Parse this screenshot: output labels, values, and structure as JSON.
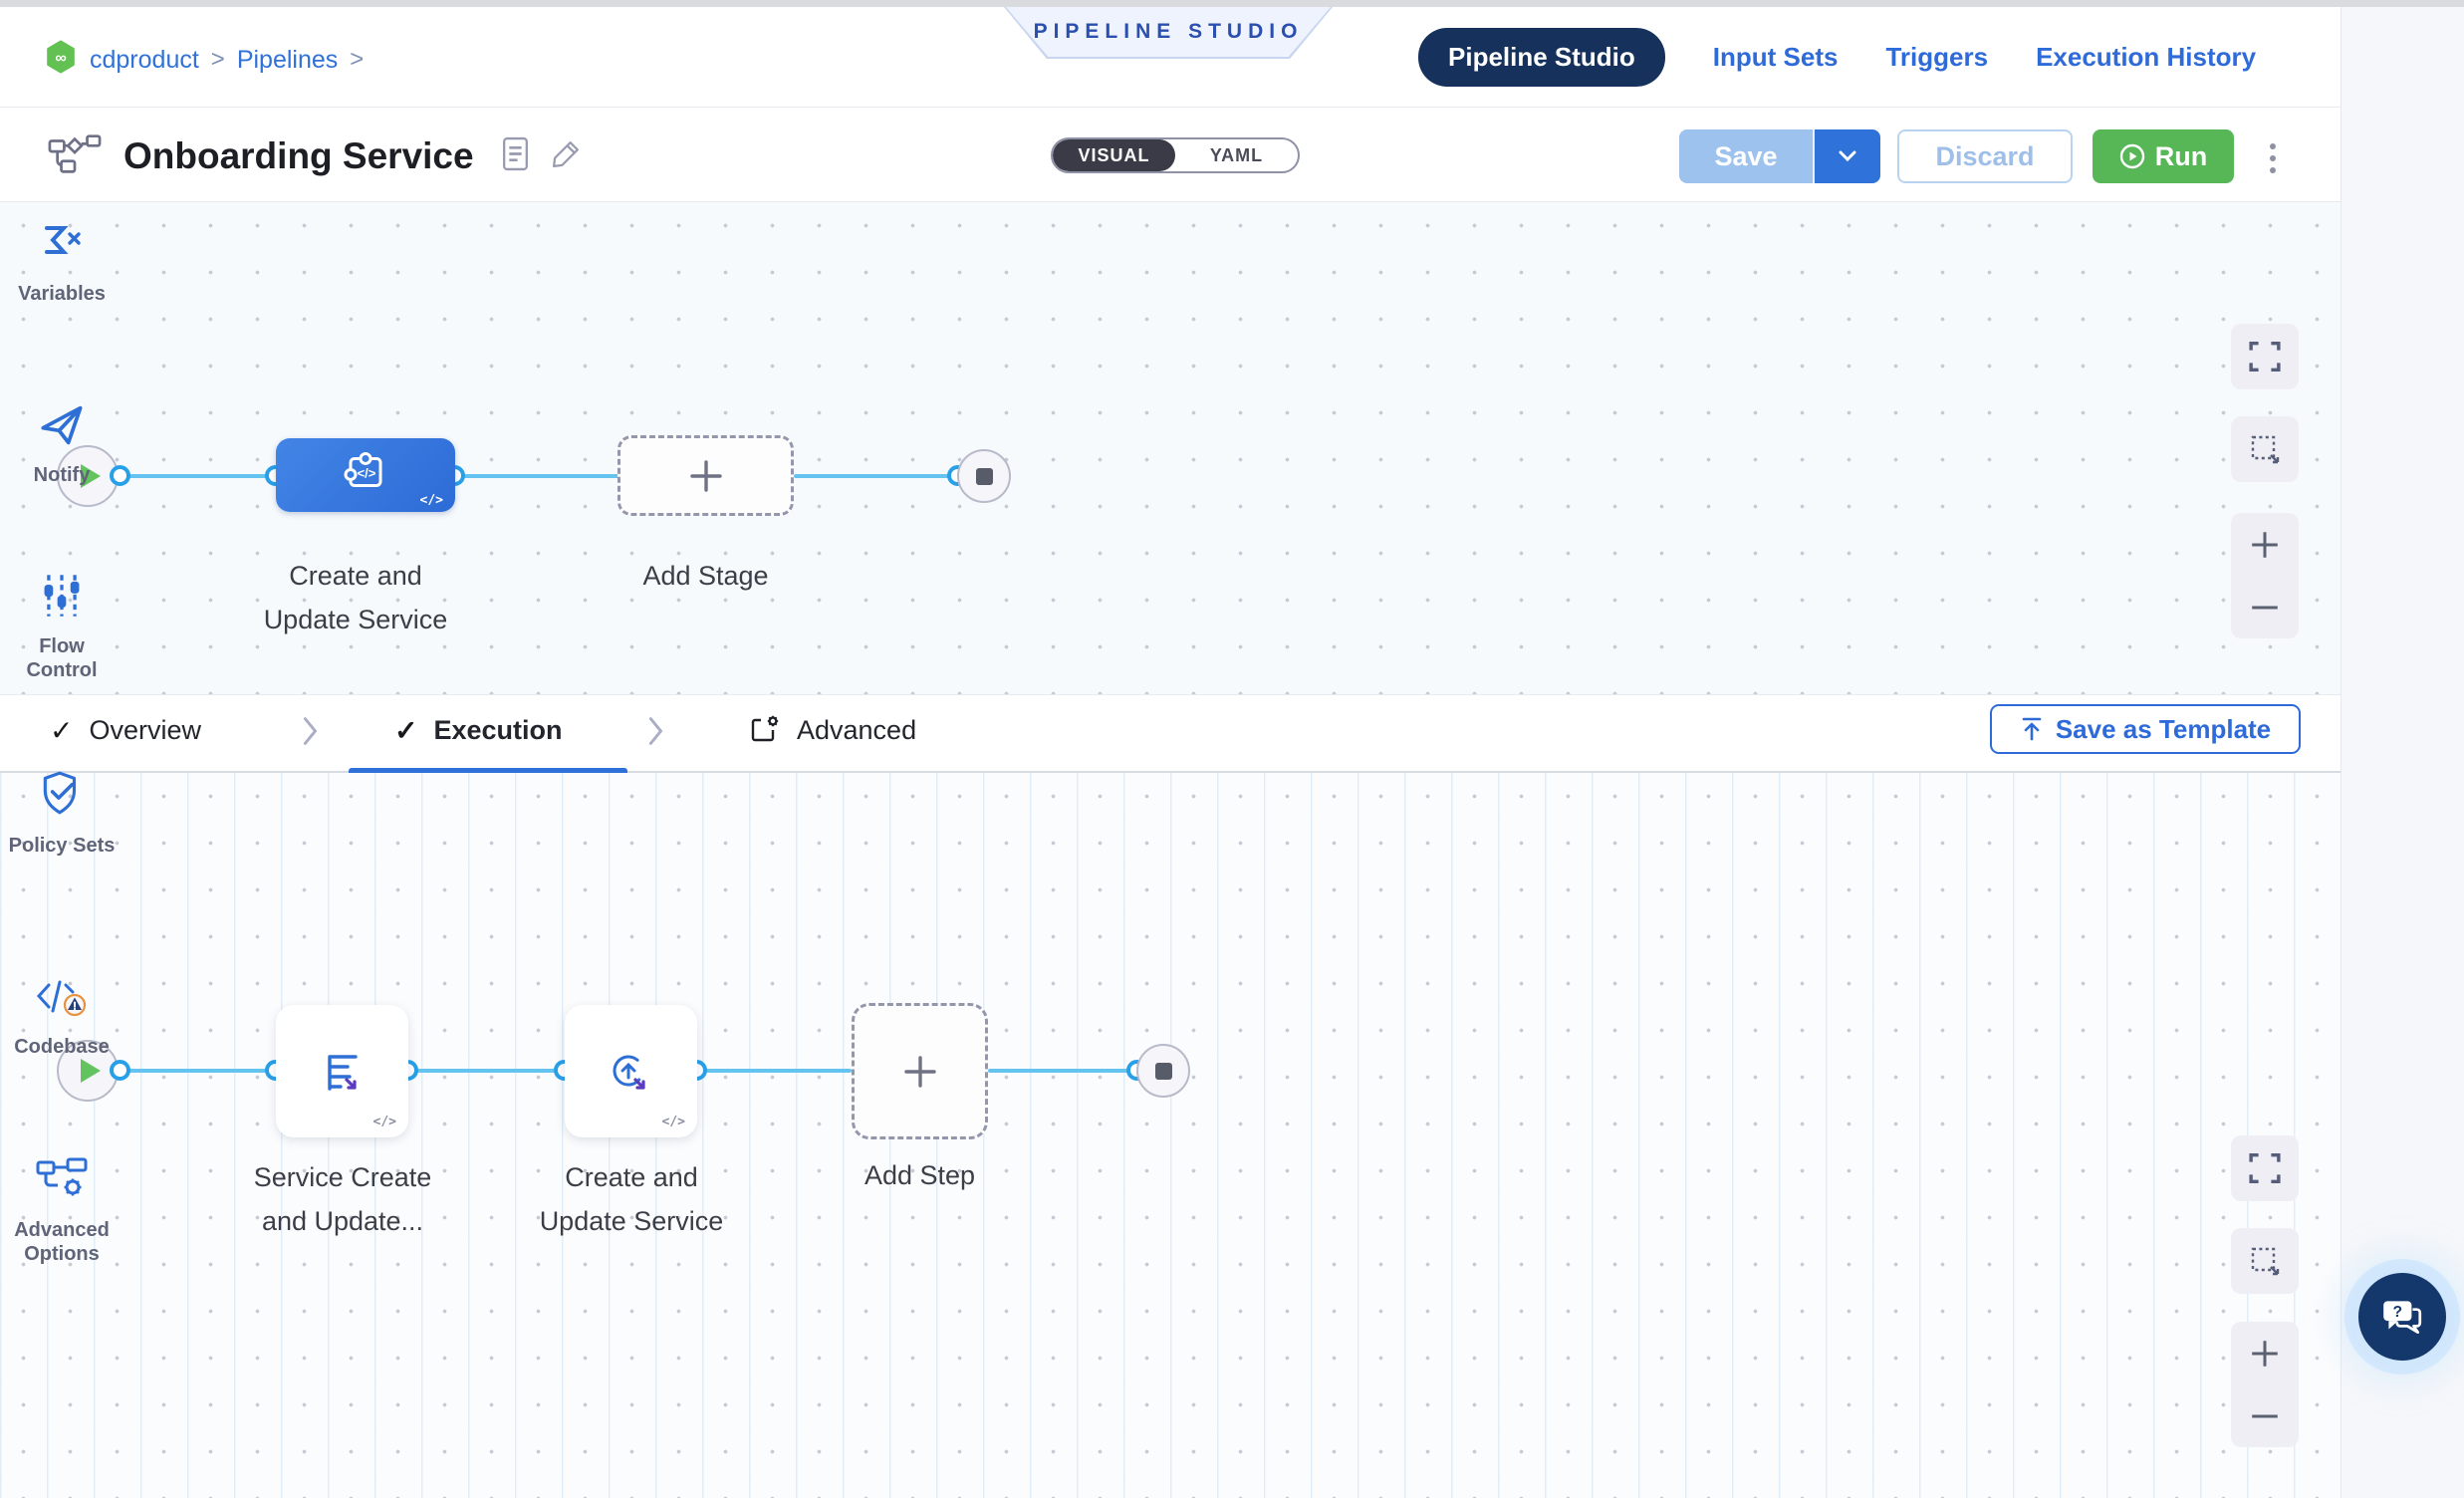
{
  "breadcrumb": {
    "project": "cdproduct",
    "separator1": ">",
    "section": "Pipelines",
    "separator2": ">"
  },
  "banner": {
    "label": "PIPELINE STUDIO"
  },
  "top_nav": {
    "tabs": [
      {
        "label": "Pipeline Studio",
        "active": true
      },
      {
        "label": "Input Sets",
        "active": false
      },
      {
        "label": "Triggers",
        "active": false
      },
      {
        "label": "Execution History",
        "active": false
      }
    ]
  },
  "toolbar": {
    "title": "Onboarding Service",
    "view_toggle": {
      "visual": "VISUAL",
      "yaml": "YAML",
      "selected": "VISUAL"
    },
    "save_label": "Save",
    "discard_label": "Discard",
    "run_label": "Run"
  },
  "pipeline_canvas": {
    "stages": [
      {
        "label": "Create and Update Service",
        "code_badge": "</>"
      }
    ],
    "add_stage_label": "Add Stage"
  },
  "stage_tabs": {
    "overview_label": "Overview",
    "execution_label": "Execution",
    "advanced_label": "Advanced",
    "save_as_template_label": "Save as Template"
  },
  "execution_canvas": {
    "steps": [
      {
        "label": "Service Create and Update...",
        "code_badge": "</>"
      },
      {
        "label": "Create and Update Service",
        "code_badge": "</>"
      }
    ],
    "add_step_label": "Add Step"
  },
  "right_sidebar": {
    "items": [
      {
        "label": "Variables"
      },
      {
        "label": "Notify"
      },
      {
        "label": "Flow Control"
      },
      {
        "label": "Policy Sets"
      },
      {
        "label": "Codebase"
      },
      {
        "label": "Advanced Options"
      }
    ]
  },
  "colors": {
    "accent_blue": "#2f6bd8",
    "navy_pill": "#16325c",
    "run_green": "#57b757",
    "save_disabled_blue": "#9dc2ee",
    "connector_blue": "#64c4ef",
    "stage_node_blue": "#3377dc",
    "icon_purple": "#5b3bbf",
    "canvas_bg": "#f6fafd"
  }
}
